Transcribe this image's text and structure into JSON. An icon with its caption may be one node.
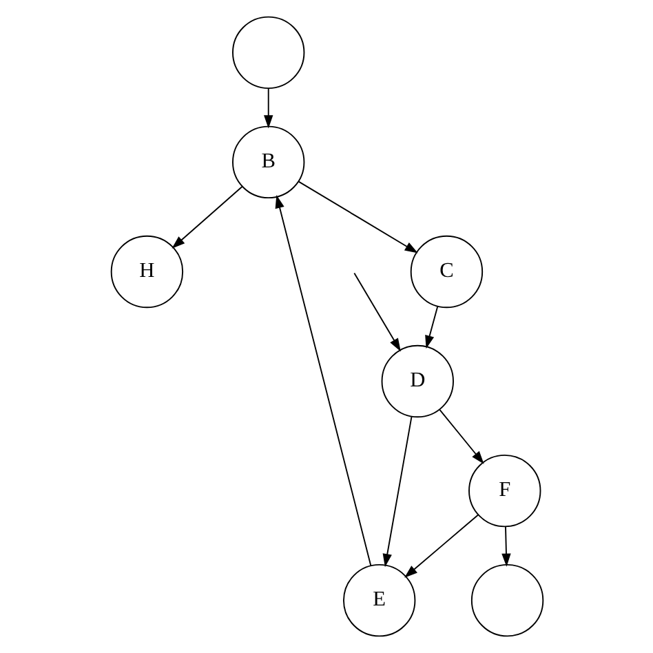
{
  "diagram": {
    "nodes": [
      {
        "text": [],
        "shape": "circle"
      },
      {
        "text": [
          "B"
        ]
      },
      {
        "text": [
          "C"
        ]
      },
      {
        "text": [
          "H"
        ]
      },
      {
        "text": [
          "D"
        ]
      },
      {
        "text": [
          "F"
        ]
      },
      {
        "text": [
          "E"
        ]
      },
      {
        "text": [],
        "shape": "circle"
      }
    ],
    "edges": [
      {
        "from": 0,
        "to": 1,
        "arrow": "to"
      },
      {
        "from": 1,
        "to": 2,
        "arrow": "to"
      },
      {
        "from": 1,
        "to": 3,
        "arrow": "to"
      },
      {
        "from": 2,
        "to": 4,
        "arrow": "to"
      },
      {
        "from": 4,
        "to": 5,
        "arrow": "to"
      },
      {
        "from": 4,
        "to": 6,
        "arrow": "to"
      },
      {
        "from": 5,
        "to": 6,
        "arrow": "to"
      },
      {
        "from": 6,
        "to": 1,
        "arrow": "to"
      },
      {
        "from": 5,
        "to": 7,
        "arrow": "to"
      },
      {
        "from": null,
        "to": 4,
        "arrow": "to"
      }
    ]
  }
}
